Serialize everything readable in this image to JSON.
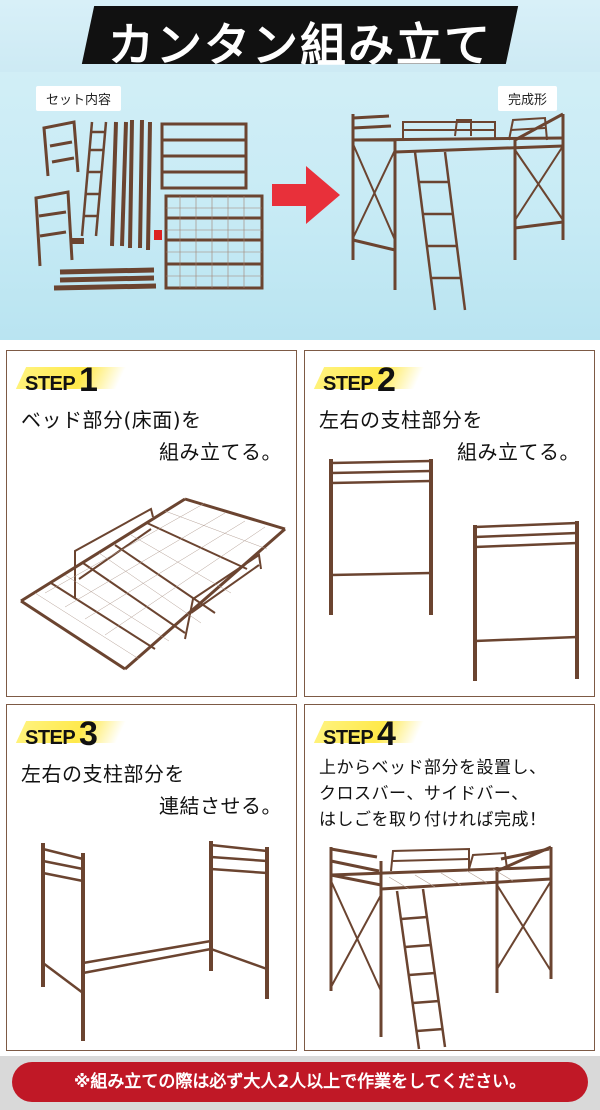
{
  "header": {
    "title": "カンタン組み立て",
    "parts_label": "セット内容",
    "complete_label": "完成形"
  },
  "steps": [
    {
      "word": "STEP",
      "number": "1",
      "lines": [
        "ベッド部分(床面)を",
        "組み立てる。"
      ]
    },
    {
      "word": "STEP",
      "number": "2",
      "lines": [
        "左右の支柱部分を",
        "組み立てる。"
      ]
    },
    {
      "word": "STEP",
      "number": "3",
      "lines": [
        "左右の支柱部分を",
        "連結させる。"
      ]
    },
    {
      "word": "STEP",
      "number": "4",
      "lines": [
        "上からベッド部分を設置し、",
        "クロスバー、サイドバー、",
        "はしごを取り付ければ完成！"
      ]
    }
  ],
  "footer": {
    "notice": "※組み立ての際は必ず大人2人以上で作業をしてください。"
  },
  "colors": {
    "frame": "#6b4430",
    "notice_bg": "#c01826",
    "arrow": "#e8303a",
    "highlight": "#ffe94a"
  }
}
